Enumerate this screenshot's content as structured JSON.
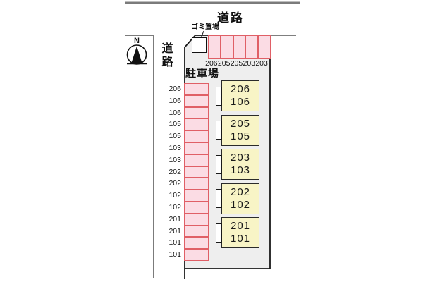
{
  "labels": {
    "road_top": "道路",
    "road_left": "道路",
    "parking_lot": "駐車場",
    "garbage_storage": "ゴミ置場",
    "compass_north": "N"
  },
  "parking": {
    "top_row_spaces": [
      "206",
      "205",
      "205",
      "203",
      "203"
    ],
    "left_column_spaces": [
      "206",
      "106",
      "106",
      "105",
      "105",
      "103",
      "103",
      "202",
      "202",
      "102",
      "102",
      "201",
      "201",
      "101",
      "101"
    ]
  },
  "building": {
    "units": [
      {
        "upper": "206",
        "lower": "106"
      },
      {
        "upper": "205",
        "lower": "105"
      },
      {
        "upper": "203",
        "lower": "103"
      },
      {
        "upper": "202",
        "lower": "102"
      },
      {
        "upper": "201",
        "lower": "101"
      }
    ]
  },
  "colors": {
    "parking_fill": "#fbdce4",
    "parking_border": "#e05f66",
    "unit_fill": "#f8f4c6",
    "site_fill": "#eeeeee",
    "outline": "#1a1a1a",
    "road_line": "#7b7b7b"
  }
}
